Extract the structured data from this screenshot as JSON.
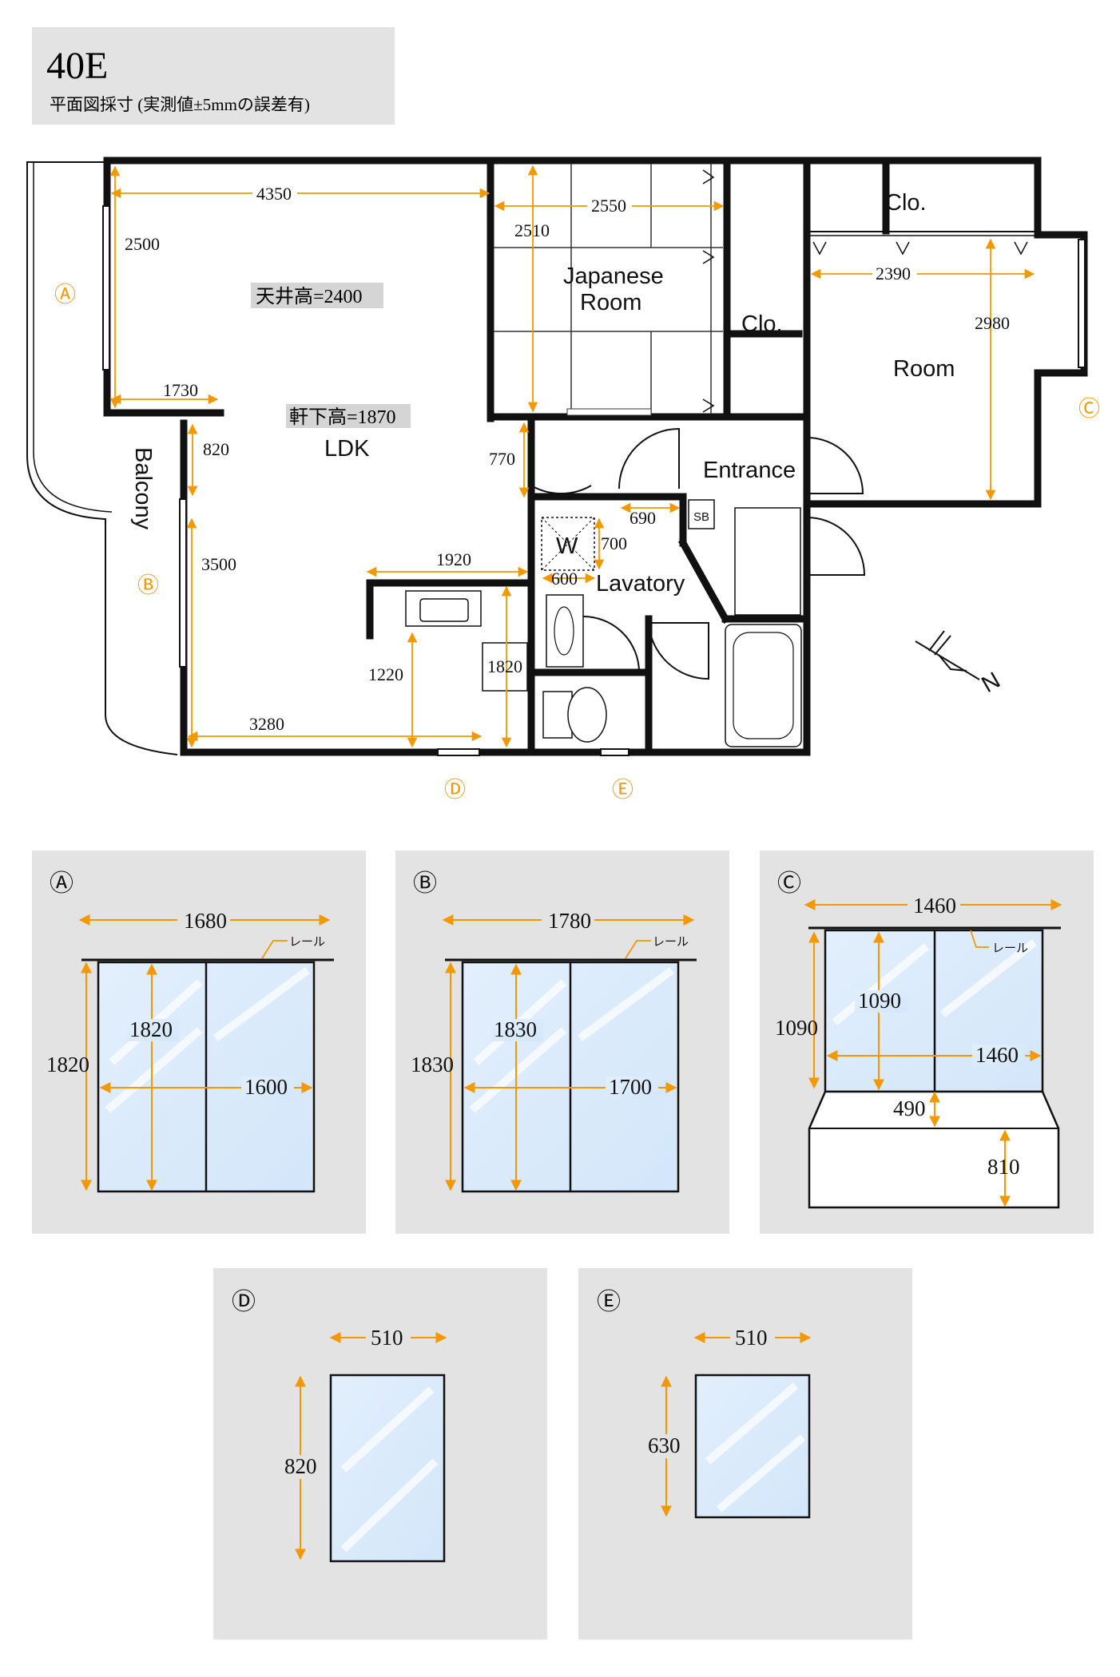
{
  "header": {
    "title": "40E",
    "subtitle": "平面図採寸 (実測値±5mmの誤差有)"
  },
  "colors": {
    "accent": "#f39800",
    "wall": "#111111",
    "glass": "#ddeeff",
    "panel": "#e3e3e3"
  },
  "plan": {
    "rooms": {
      "japanese_line1": "Japanese",
      "japanese_line2": "Room",
      "clo1": "Clo.",
      "clo2": "Clo.",
      "room": "Room",
      "ldk": "LDK",
      "entrance": "Entrance",
      "lavatory": "Lavatory",
      "balcony": "Balcony",
      "washer": "W",
      "sb": "SB"
    },
    "labels": {
      "ceiling": "天井高=2400",
      "eaves": "軒下高=1870"
    },
    "dims": {
      "d4350": "4350",
      "d2500": "2500",
      "d1730": "1730",
      "d820": "820",
      "d3500": "3500",
      "d1920": "1920",
      "d1220": "1220",
      "d3280": "3280",
      "d1820": "1820",
      "d2550": "2550",
      "d2510": "2510",
      "d770": "770",
      "d690": "690",
      "d700": "700",
      "d600": "600",
      "d2390": "2390",
      "d2980": "2980"
    },
    "markers": {
      "a": "Ⓐ",
      "b": "Ⓑ",
      "c": "Ⓒ",
      "d": "Ⓓ",
      "e": "Ⓔ"
    },
    "compass": "N"
  },
  "windows": {
    "a": {
      "marker": "Ⓐ",
      "width": "1680",
      "height": "1820",
      "inner_height": "1820",
      "inner_width": "1600",
      "rail": "レール"
    },
    "b": {
      "marker": "Ⓑ",
      "width": "1780",
      "height": "1830",
      "inner_height": "1830",
      "inner_width": "1700",
      "rail": "レール"
    },
    "c": {
      "marker": "Ⓒ",
      "width": "1460",
      "height": "1090",
      "inner_height": "1090",
      "inner_width": "1460",
      "gap": "490",
      "base": "810",
      "rail": "レール"
    },
    "d": {
      "marker": "Ⓓ",
      "width": "510",
      "height": "820"
    },
    "e": {
      "marker": "Ⓔ",
      "width": "510",
      "height": "630"
    }
  }
}
